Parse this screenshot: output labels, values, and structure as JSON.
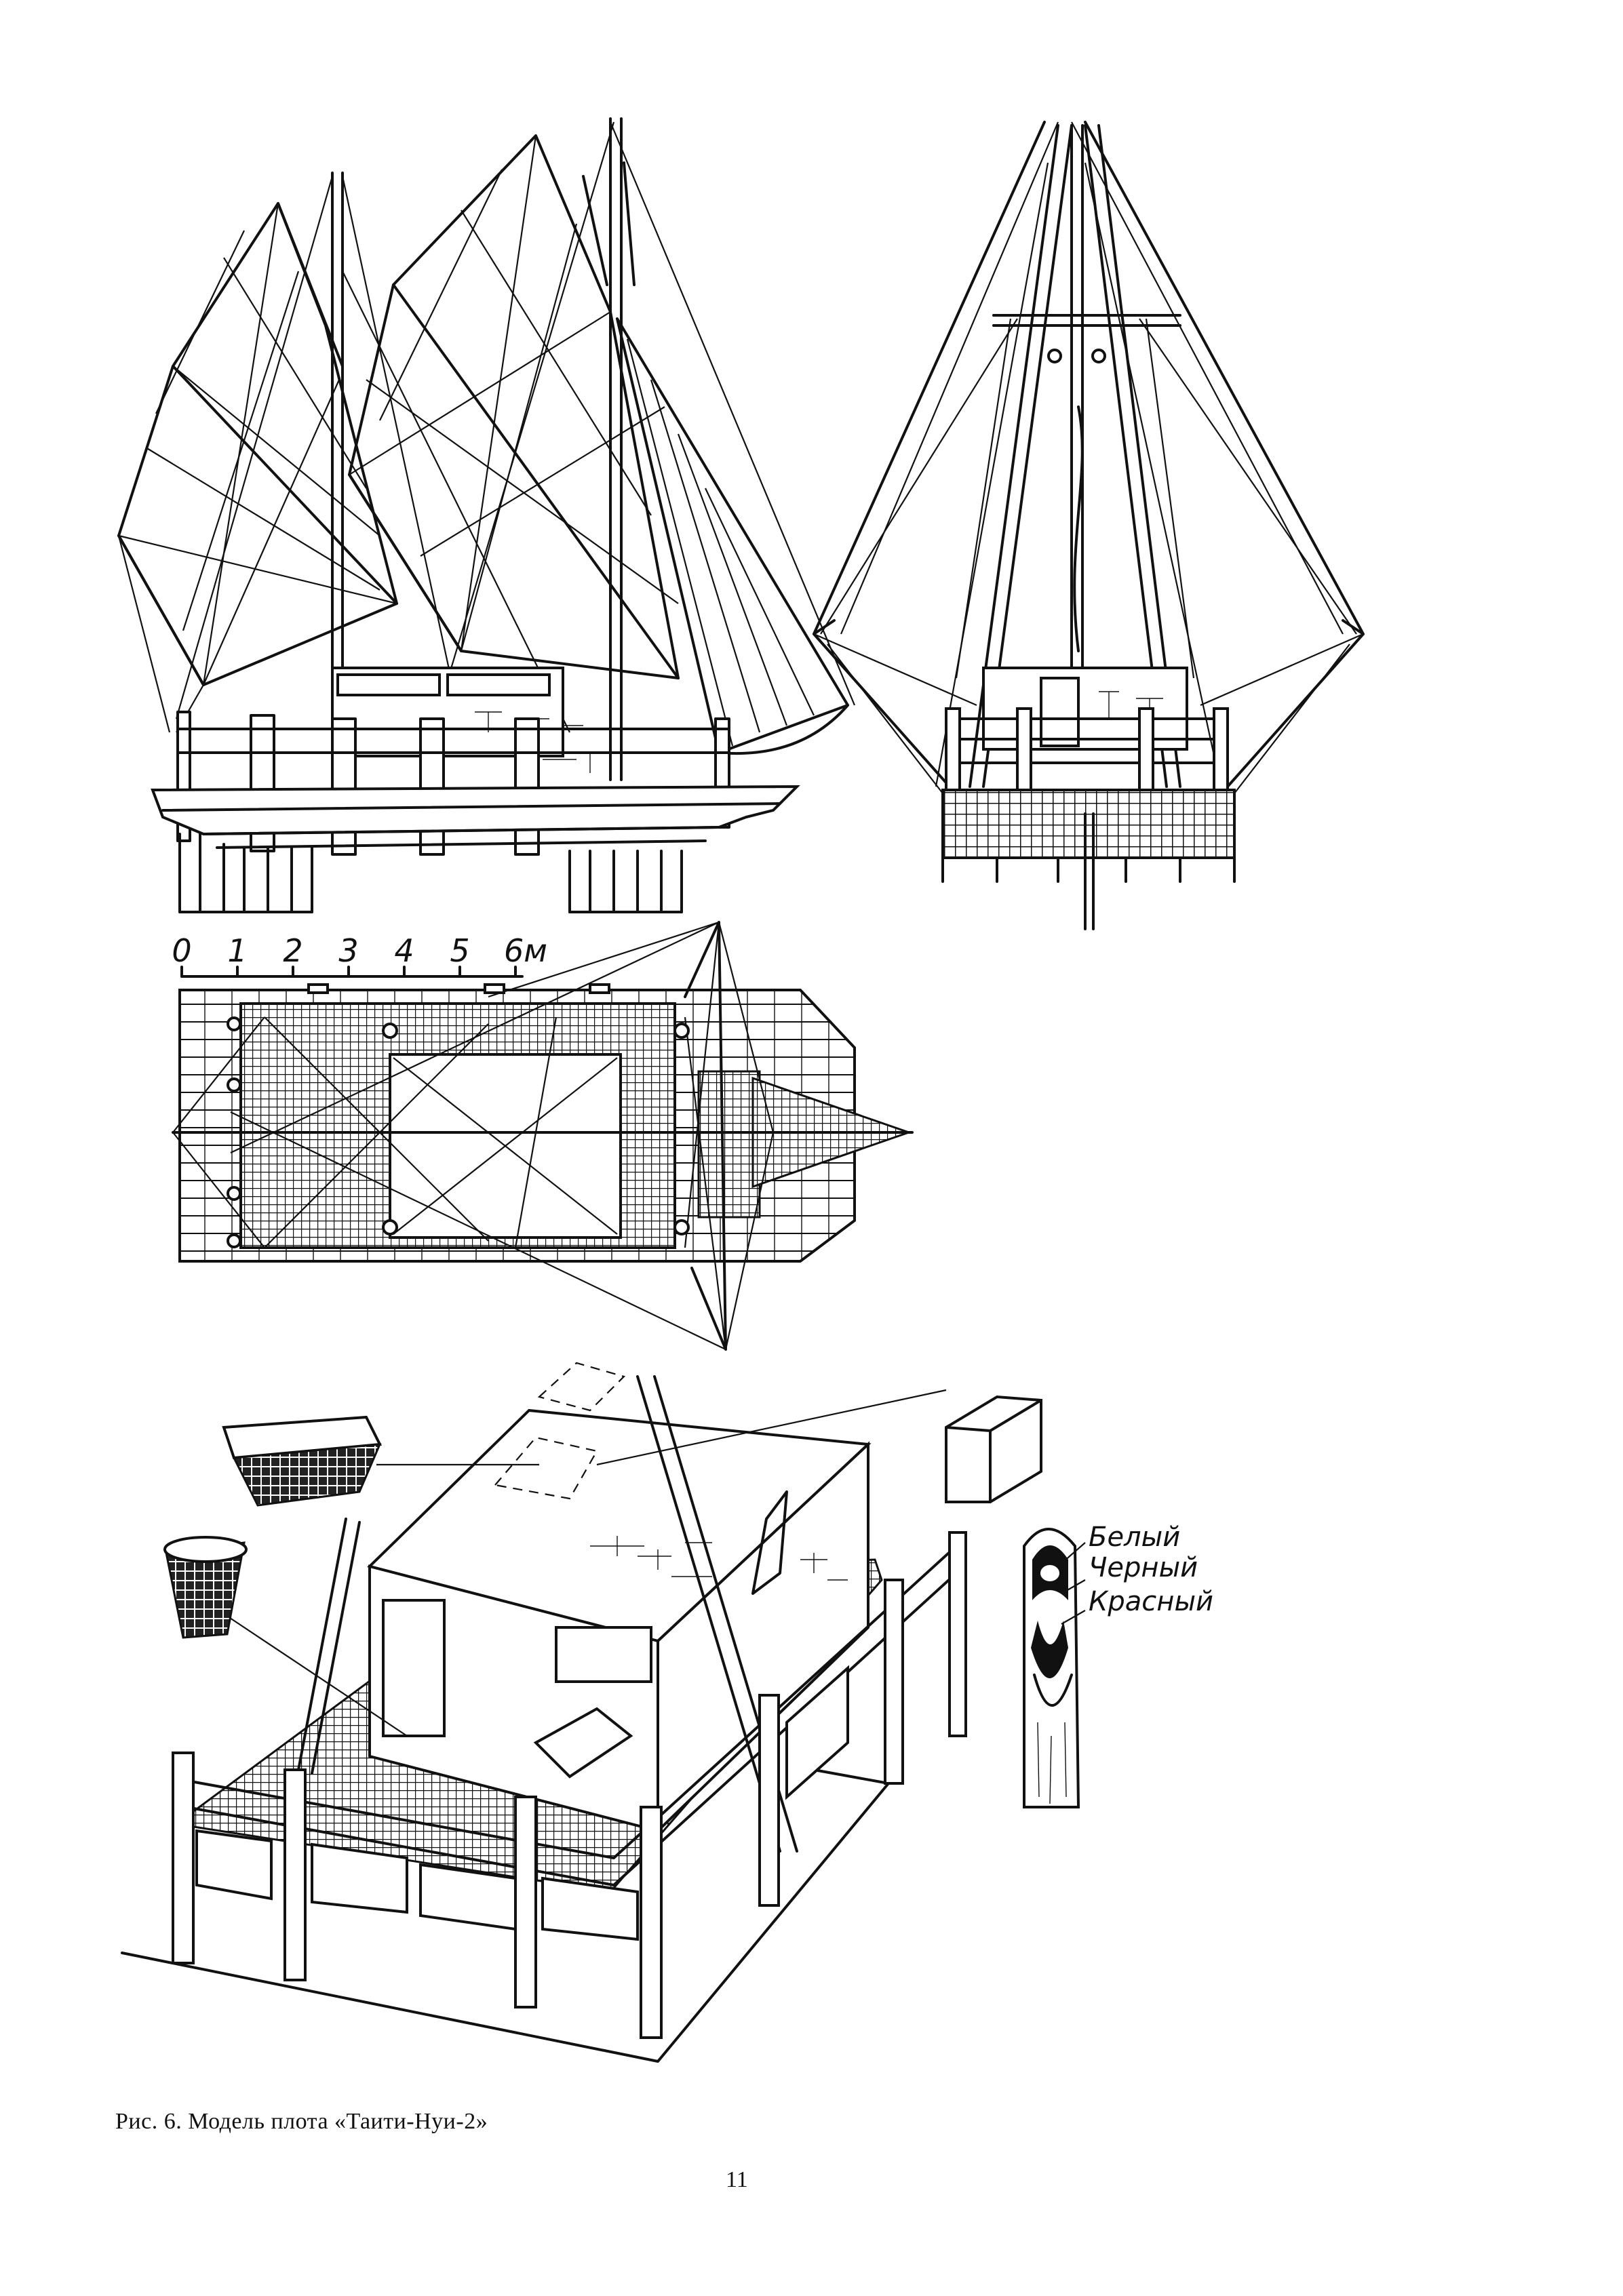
{
  "figure": {
    "caption": "Рис. 6. Модель плота «Таити-Нуи-2»",
    "page_number": "11"
  },
  "scale_bar": {
    "ticks": [
      "0",
      "1",
      "2",
      "3",
      "4",
      "5",
      "6м"
    ]
  },
  "color_legend": {
    "items": [
      "Белый",
      "Черный",
      "Красный"
    ]
  }
}
